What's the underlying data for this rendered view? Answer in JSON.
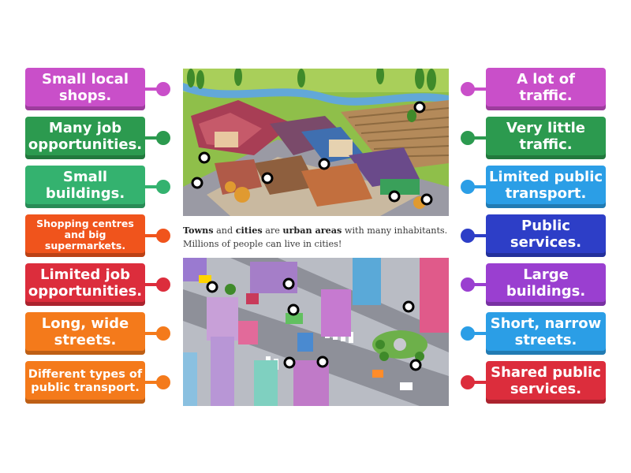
{
  "left_tiles": [
    {
      "label": "Small local shops.",
      "color": "#c94fc9"
    },
    {
      "label": "Many job opportunities.",
      "color": "#2c9a4f"
    },
    {
      "label": "Small buildings.",
      "color": "#34b26f"
    },
    {
      "label": "Shopping centres and big supermarkets.",
      "color": "#f0541c"
    },
    {
      "label": "Limited job opportunities.",
      "color": "#dc2d3c"
    },
    {
      "label": "Long, wide streets.",
      "color": "#f47a1b"
    },
    {
      "label": "Different types of public transport.",
      "color": "#f47a1b"
    }
  ],
  "right_tiles": [
    {
      "label": "A lot of traffic.",
      "color": "#c94fc9"
    },
    {
      "label": "Very little traffic.",
      "color": "#2c9a4f"
    },
    {
      "label": "Limited public transport.",
      "color": "#2b9ee6"
    },
    {
      "label": "Public services.",
      "color": "#2d3ec7"
    },
    {
      "label": "Large buildings.",
      "color": "#9a3fd0"
    },
    {
      "label": "Short, narrow streets.",
      "color": "#2b9ee6"
    },
    {
      "label": "Shared public services.",
      "color": "#dc2d3c"
    }
  ],
  "caption": {
    "w1": "Towns",
    "w2": " and ",
    "w3": "cities",
    "w4": " are ",
    "w5": "urban areas",
    "w6": " with many inhabitants.",
    "line2": "Millions of people can live in cities!"
  }
}
